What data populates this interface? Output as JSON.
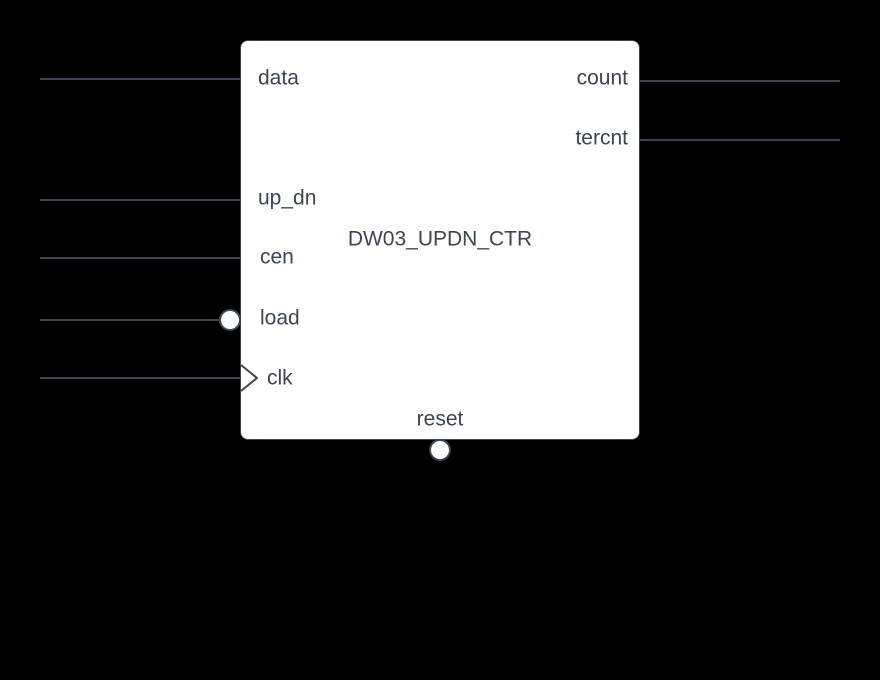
{
  "diagram": {
    "type": "schematic-block-symbol",
    "block": {
      "title": "DW03_UPDN_CTR"
    },
    "ports": {
      "left": [
        {
          "label": "data",
          "direction": "input",
          "modifier": "none"
        },
        {
          "label": "up_dn",
          "direction": "input",
          "modifier": "none"
        },
        {
          "label": "cen",
          "direction": "input",
          "modifier": "none"
        },
        {
          "label": "load",
          "direction": "input",
          "modifier": "active-low-bubble"
        },
        {
          "label": "clk",
          "direction": "input",
          "modifier": "clock-edge"
        }
      ],
      "right": [
        {
          "label": "count",
          "direction": "output",
          "modifier": "none"
        },
        {
          "label": "tercnt",
          "direction": "output",
          "modifier": "none"
        }
      ],
      "bottom": [
        {
          "label": "reset",
          "direction": "input",
          "modifier": "active-low-bubble"
        }
      ]
    },
    "colors": {
      "background": "#000000",
      "block_fill": "#ffffff",
      "stroke": "#3b4554",
      "text": "#3b4554"
    }
  }
}
